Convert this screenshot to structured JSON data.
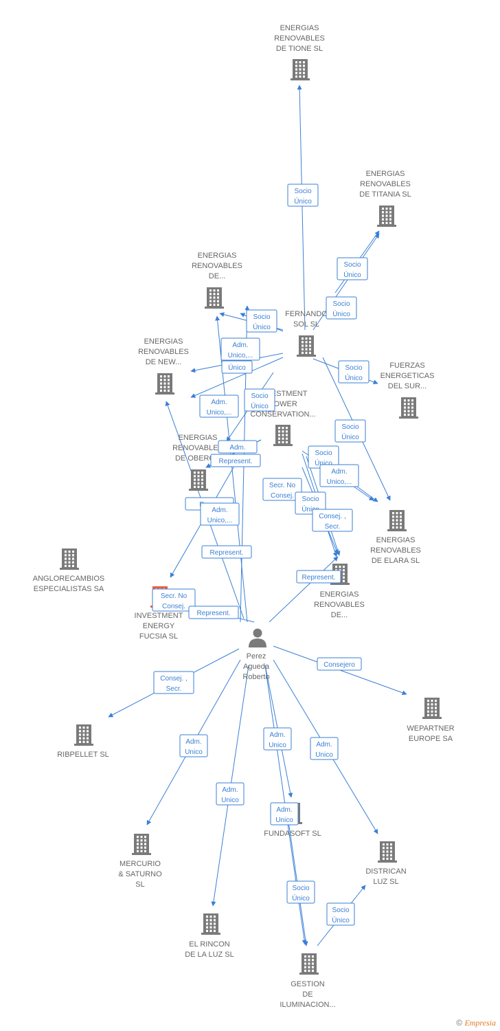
{
  "colors": {
    "edge": "#3a7fd5",
    "node_icon": "#7a7a7a",
    "highlight": "#e8603c",
    "text": "#666666"
  },
  "person": {
    "label": [
      "Perez",
      "Agueda",
      "Roberto"
    ],
    "icon": "person-icon"
  },
  "nodes": [
    {
      "id": "tione",
      "label": [
        "ENERGIAS",
        "RENOVABLES",
        "DE TIONE  SL"
      ],
      "icon": "building-icon"
    },
    {
      "id": "titania",
      "label": [
        "ENERGIAS",
        "RENOVABLES",
        "DE TITANIA  SL"
      ],
      "icon": "building-icon"
    },
    {
      "id": "ren_de",
      "label": [
        "ENERGIAS",
        "RENOVABLES",
        "DE..."
      ],
      "icon": "building-icon"
    },
    {
      "id": "fernando",
      "label": [
        "FERNANDO",
        "SOL SL"
      ],
      "icon": "building-icon"
    },
    {
      "id": "new",
      "label": [
        "ENERGIAS",
        "RENOVABLES",
        "DE NEW..."
      ],
      "icon": "building-icon"
    },
    {
      "id": "fuerzas",
      "label": [
        "FUERZAS",
        "ENERGETICAS",
        "DEL SUR..."
      ],
      "icon": "building-icon"
    },
    {
      "id": "investment_power",
      "label": [
        "INVESTMENT",
        "POWER",
        "CONSERVATION..."
      ],
      "icon": "building-icon"
    },
    {
      "id": "oberon",
      "label": [
        "ENERGIAS",
        "RENOVABLES",
        "DE OBERON"
      ],
      "icon": "building-icon"
    },
    {
      "id": "elara",
      "label": [
        "ENERGIAS",
        "RENOVABLES",
        "DE ELARA  SL"
      ],
      "icon": "building-icon"
    },
    {
      "id": "anglo",
      "label": [
        "ANGLORECAMBIOS",
        "ESPECIALISTAS SA"
      ],
      "icon": "building-icon"
    },
    {
      "id": "fucsia",
      "label": [
        "INVESTMENT",
        "ENERGY",
        "FUCSIA  SL"
      ],
      "icon": "building-icon"
    },
    {
      "id": "ren_de2",
      "label": [
        "ENERGIAS",
        "RENOVABLES",
        "DE..."
      ],
      "icon": "building-icon"
    },
    {
      "id": "ribpellet",
      "label": [
        "RIBPELLET SL"
      ],
      "icon": "building-icon"
    },
    {
      "id": "wepartner",
      "label": [
        "WEPARTNER",
        "EUROPE SA"
      ],
      "icon": "building-icon"
    },
    {
      "id": "mercurio",
      "label": [
        "MERCURIO",
        "& SATURNO",
        "SL"
      ],
      "icon": "building-icon"
    },
    {
      "id": "fundasoft",
      "label": [
        "FUNDASOFT SL"
      ],
      "icon": "building-icon"
    },
    {
      "id": "districan",
      "label": [
        "DISTRICAN",
        "LUZ SL"
      ],
      "icon": "building-icon"
    },
    {
      "id": "rincon",
      "label": [
        "EL RINCON",
        "DE LA LUZ SL"
      ],
      "icon": "building-icon"
    },
    {
      "id": "gestion",
      "label": [
        "GESTION",
        "DE",
        "ILUMINACION..."
      ],
      "icon": "building-icon"
    }
  ],
  "edges": [
    {
      "label": [
        "Socio",
        "Único"
      ]
    },
    {
      "label": [
        "Socio",
        "Único"
      ]
    },
    {
      "label": [
        "Socio",
        "Único"
      ]
    },
    {
      "label": [
        "Socio",
        "Único"
      ]
    },
    {
      "label": [
        "Adm.",
        "Unico,..."
      ]
    },
    {
      "label": [
        "Único"
      ]
    },
    {
      "label": [
        "Socio",
        "Único"
      ]
    },
    {
      "label": [
        "Adm.",
        "Unico,..."
      ]
    },
    {
      "label": [
        "Socio",
        "Único"
      ]
    },
    {
      "label": [
        "Adm."
      ]
    },
    {
      "label": [
        "Represent."
      ]
    },
    {
      "label": [
        "Socio",
        "Único"
      ]
    },
    {
      "label": [
        "Socio",
        "Único"
      ]
    },
    {
      "label": [
        "Adm.",
        "Unico,..."
      ]
    },
    {
      "label": [
        "Repr..."
      ]
    },
    {
      "label": [
        "Adm.",
        "Unico,..."
      ]
    },
    {
      "label": [
        "Secr.  No",
        "Consej."
      ]
    },
    {
      "label": [
        "Socio",
        "Único"
      ]
    },
    {
      "label": [
        "Consej. ,",
        "Secr."
      ]
    },
    {
      "label": [
        "Represent."
      ]
    },
    {
      "label": [
        "Represent."
      ]
    },
    {
      "label": [
        "Secr.  No",
        "Consej."
      ]
    },
    {
      "label": [
        "Represent."
      ]
    },
    {
      "label": [
        "Consejero"
      ]
    },
    {
      "label": [
        "Consej. ,",
        "Secr."
      ]
    },
    {
      "label": [
        "Adm.",
        "Unico"
      ]
    },
    {
      "label": [
        "Adm.",
        "Unico"
      ]
    },
    {
      "label": [
        "Adm.",
        "Unico"
      ]
    },
    {
      "label": [
        "Adm.",
        "Unico"
      ]
    },
    {
      "label": [
        "Adm.",
        "Unico"
      ]
    },
    {
      "label": [
        "Socio",
        "Único"
      ]
    },
    {
      "label": [
        "Socio",
        "Único"
      ]
    }
  ],
  "credit": {
    "symbol": "©",
    "brand": "Empresia"
  }
}
